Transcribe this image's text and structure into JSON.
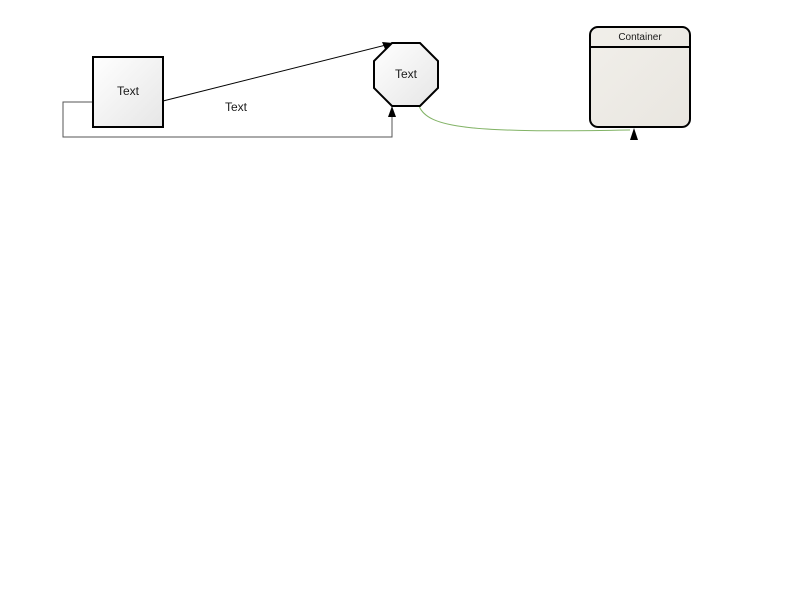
{
  "diagram": {
    "nodes": {
      "square": {
        "label": "Text"
      },
      "octagon": {
        "label": "Text"
      },
      "container": {
        "title": "Container"
      }
    },
    "edges": {
      "square_to_octagon": {
        "label": "Text"
      },
      "loop_to_octagon": {
        "label": ""
      },
      "octagon_to_container": {
        "label": ""
      }
    },
    "colors": {
      "stroke": "#000000",
      "connector": "#555555",
      "curve": "#82b366",
      "node_fill_light": "#ffffff",
      "node_fill_dark": "#e8e8e8",
      "container_fill": "#ebe8e2"
    }
  }
}
